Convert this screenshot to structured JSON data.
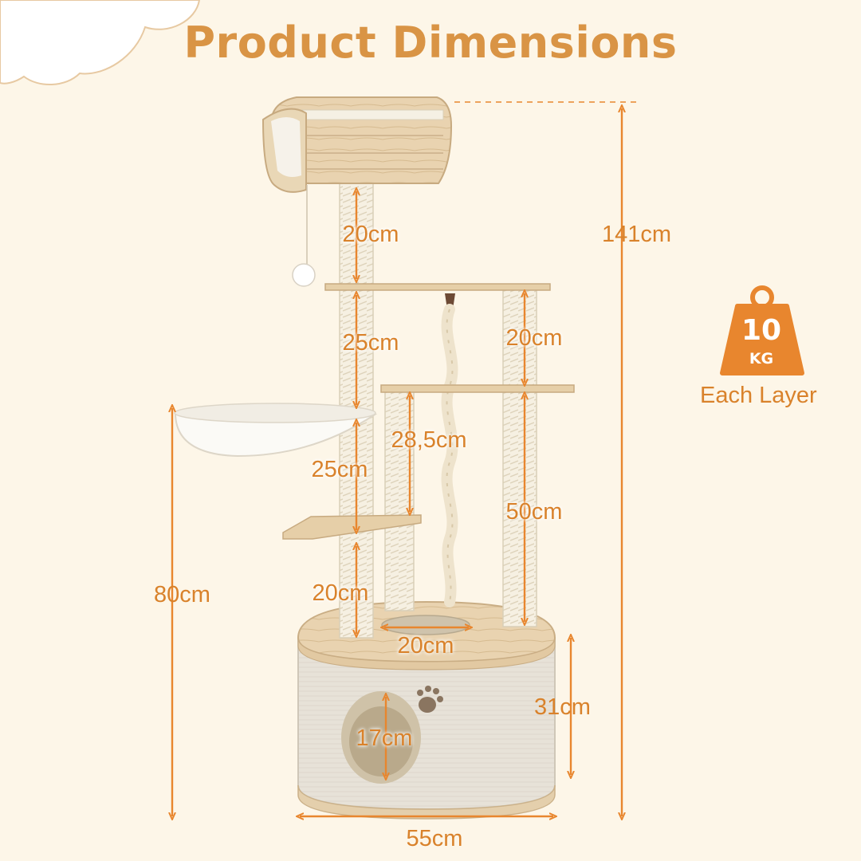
{
  "header": {
    "title": "Product Dimensions"
  },
  "weight": {
    "value": "10",
    "unit": "KG",
    "caption": "Each Layer"
  },
  "dimensions": {
    "top_post": "20cm",
    "upper_post": "25cm",
    "lower_post": "25cm",
    "bottom_post": "20cm",
    "right_upper_post": "20cm",
    "middle_post": "28,5cm",
    "right_lower_post": "50cm",
    "base_opening": "20cm",
    "door_height": "17cm",
    "base_height": "31cm",
    "total_height": "141cm",
    "hammock_height": "80cm",
    "base_width": "55cm"
  },
  "colors": {
    "background": "#fdf6e8",
    "accent": "#e8862e",
    "title": "#d99445",
    "dimension_text": "#d9822b"
  }
}
